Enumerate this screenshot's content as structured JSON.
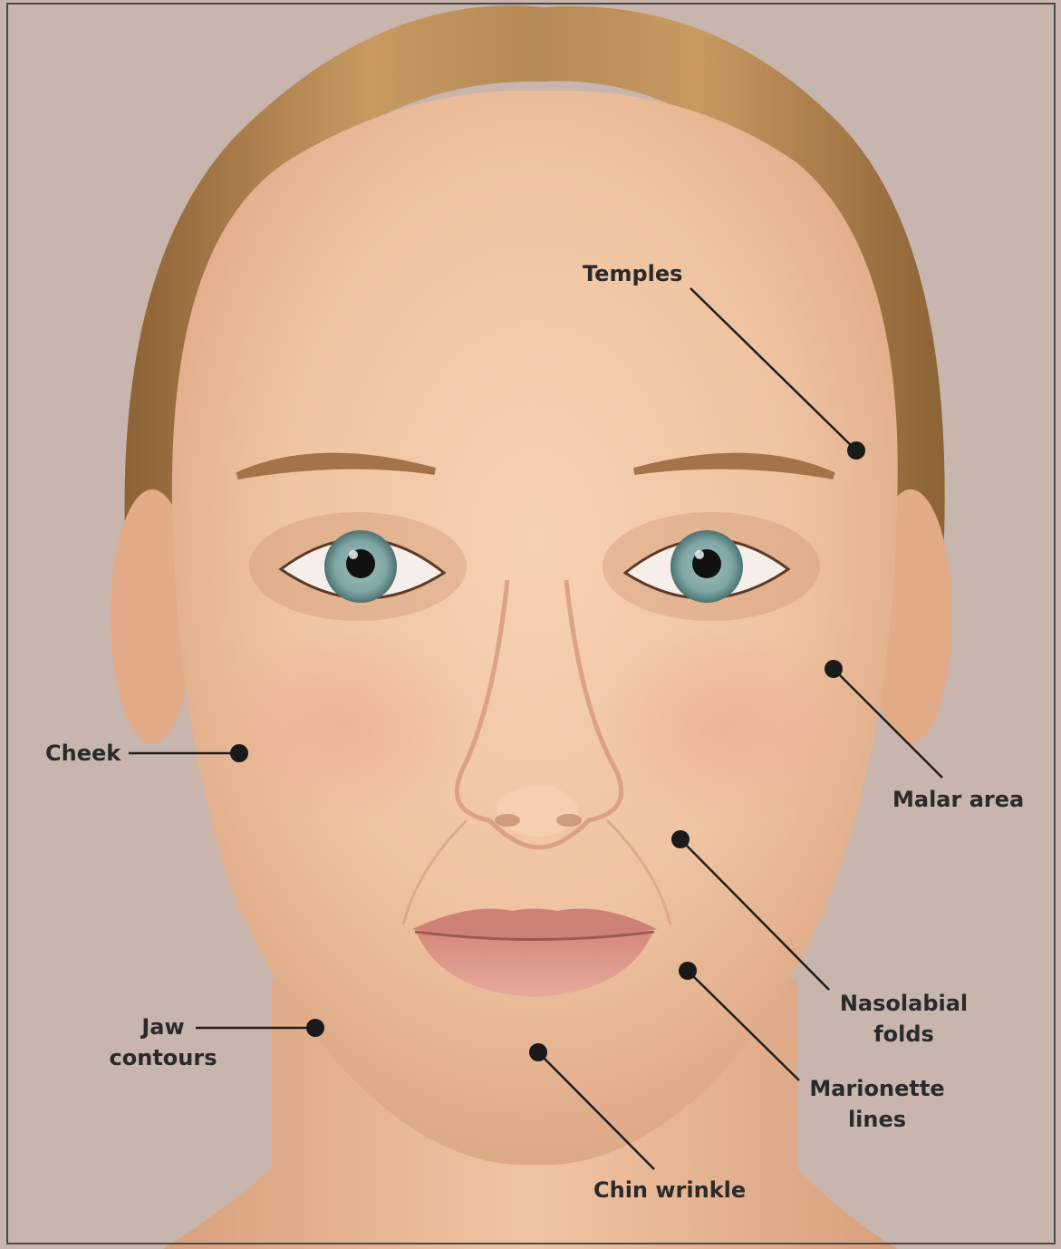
{
  "diagram": {
    "background_color": "#c8b5ad",
    "skin_color": "#efc3a0",
    "hair_color": "#b58955",
    "eye_color": "#7fa7a6",
    "lip_color": "#d99a8e",
    "labels": {
      "temples": "Temples",
      "cheek": "Cheek",
      "malar_area": "Malar area",
      "nasolabial_line1": "Nasolabial",
      "nasolabial_line2": "folds",
      "jaw_line1": "Jaw",
      "jaw_line2": "contours",
      "marionette_line1": "Marionette",
      "marionette_line2": "lines",
      "chin_wrinkle": "Chin wrinkle"
    }
  }
}
